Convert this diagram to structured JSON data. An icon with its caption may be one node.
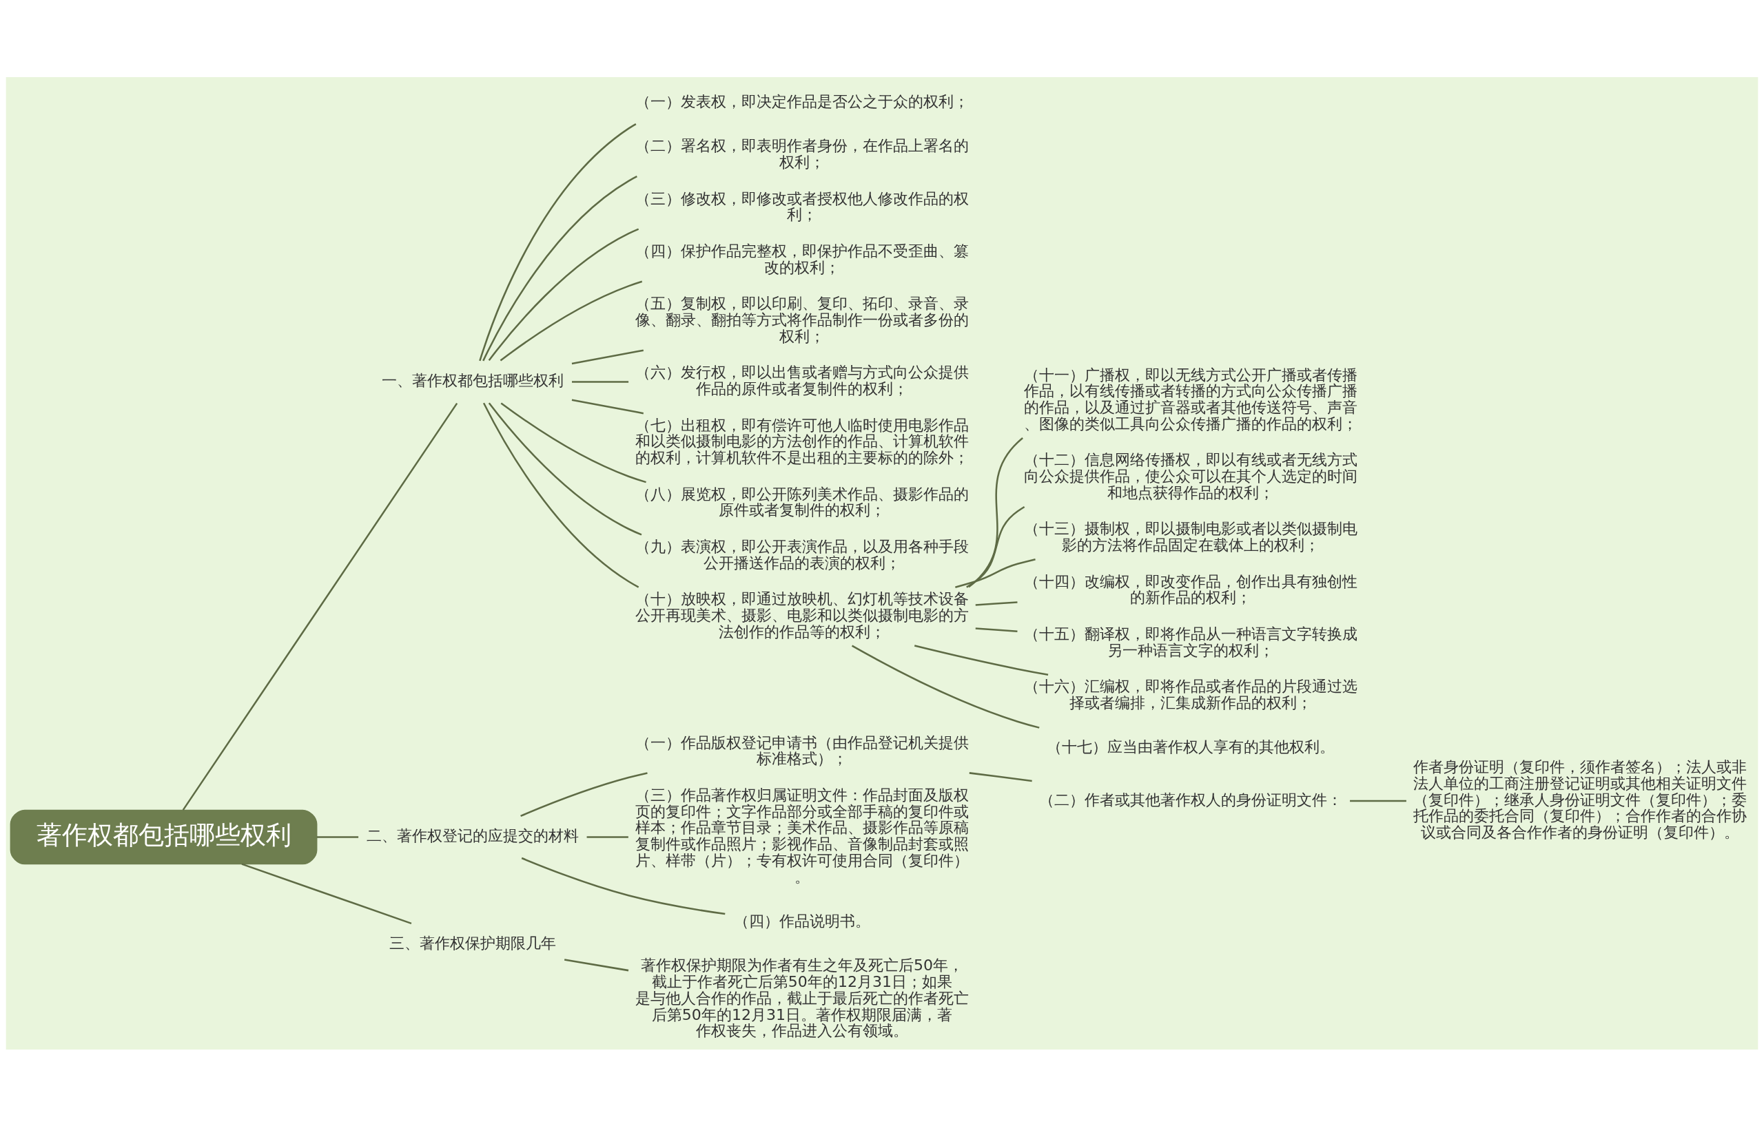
{
  "diagram": {
    "nodes": [
      {
        "text": [
          "著作权都包括哪些权利"
        ]
      },
      {
        "text": [
          "一、著作权都包括哪些权利"
        ]
      },
      {
        "text": [
          "（一）发表权，即决定作品是否公之于众的权利；"
        ]
      },
      {
        "text": [
          "（二）署名权，即表明作者身份，在作品上署名的权利；"
        ]
      },
      {
        "text": [
          "（三）修改权，即修改或者授权他人修改作品的权利；"
        ]
      },
      {
        "text": [
          "（四）保护作品完整权，即保护作品不受歪曲、篡改的权利；"
        ]
      },
      {
        "text": [
          "（五）复制权，即以印刷、复印、拓印、录音、录像、翻录、翻拍等方式将作品制作一份或者多份的权利；"
        ]
      },
      {
        "text": [
          "（六）发行权，即以出售或者赠与方式向公众提供作品的原件或者复制件的权利；"
        ]
      },
      {
        "text": [
          "（七）出租权，即有偿许可他人临时使用电影作品和以类似摄制电影的方法创作的作品、计算机软件的权利，计算机软件不是出租的主要标的的除外；"
        ]
      },
      {
        "text": [
          "（八）展览权，即公开陈列美术作品、摄影作品的原件或者复制件的权利；"
        ]
      },
      {
        "text": [
          "（九）表演权，即公开表演作品，以及用各种手段公开播送作品的表演的权利；"
        ]
      },
      {
        "text": [
          "（十）放映权，即通过放映机、幻灯机等技术设备公开再现美术、摄影、电影和以类似摄制电影的方法创作的作品等的权利；"
        ]
      },
      {
        "text": [
          "（十一）广播权，即以无线方式公开广播或者传播作品，以有线传播或者转播的方式向公众传播广播的作品，以及通过扩音器或者其他传送符号、声音、图像的类似工具向公众传播广播的作品的权利；"
        ]
      },
      {
        "text": [
          "（十二）信息网络传播权，即以有线或者无线方式向公众提供作品，使公众可以在其个人选定的时间和地点获得作品的权利；"
        ]
      },
      {
        "text": [
          "（十三）摄制权，即以摄制电影或者以类似摄制电影的方法将作品固定在载体上的权利；"
        ]
      },
      {
        "text": [
          "（十四）改编权，即改变作品，创作出具有独创性的新作品的权利；"
        ]
      },
      {
        "text": [
          "（十五）翻译权，即将作品从一种语言文字转换成另一种语言文字的权利；"
        ]
      },
      {
        "text": [
          "（十六）汇编权，即将作品或者作品的片段通过选择或者编排，汇集成新作品的权利；"
        ]
      },
      {
        "text": [
          "（十七）应当由著作权人享有的其他权利。"
        ]
      },
      {
        "text": [
          "二、著作权登记的应提交的材料"
        ]
      },
      {
        "text": [
          "（一）作品版权登记申请书（由作品登记机关提供标准格式）；"
        ]
      },
      {
        "text": [
          "（二）作者或其他著作权人的身份证明文件："
        ]
      },
      {
        "text": [
          "作者身份证明（复印件，须作者签名）；法人或非法人单位的工商注册登记证明或其他相关证明文件（复印件）；继承人身份证明文件（复印件）；委托作品的委托合同（复印件）；合作作者的合作协议或合同及各合作作者的身份证明（复印件）。"
        ]
      },
      {
        "text": [
          "（三）作品著作权归属证明文件：作品封面及版权页的复印件；文字作品部分或全部手稿的复印件或样本；作品章节目录；美术作品、摄影作品等原稿复制件或作品照片；影视作品、音像制品封套或照片、样带（片）；专有权许可使用合同（复印件）。"
        ]
      },
      {
        "text": [
          "（四）作品说明书。"
        ]
      },
      {
        "text": [
          "三、著作权保护期限几年"
        ]
      },
      {
        "text": [
          "著作权保护期限为作者有生之年及死亡后50年，截止于作者死亡后第50年的12月31日；如果是与他人合作的作品，截止于最后死亡的作者死亡后第50年的12月31日。著作权期限届满，著作权丧失，作品进入公有领域。"
        ]
      }
    ],
    "edges": [
      {
        "from": 0,
        "to": 1,
        "arrow": "none"
      },
      {
        "from": 1,
        "to": 2,
        "arrow": "none"
      },
      {
        "from": 1,
        "to": 3,
        "arrow": "none"
      },
      {
        "from": 1,
        "to": 4,
        "arrow": "none"
      },
      {
        "from": 1,
        "to": 5,
        "arrow": "none"
      },
      {
        "from": 1,
        "to": 6,
        "arrow": "none"
      },
      {
        "from": 1,
        "to": 7,
        "arrow": "none"
      },
      {
        "from": 1,
        "to": 8,
        "arrow": "none"
      },
      {
        "from": 1,
        "to": 9,
        "arrow": "none"
      },
      {
        "from": 1,
        "to": 10,
        "arrow": "none"
      },
      {
        "from": 1,
        "to": 11,
        "arrow": "none"
      },
      {
        "from": 11,
        "to": 12,
        "arrow": "none"
      },
      {
        "from": 11,
        "to": 13,
        "arrow": "none"
      },
      {
        "from": 11,
        "to": 14,
        "arrow": "none"
      },
      {
        "from": 11,
        "to": 15,
        "arrow": "none"
      },
      {
        "from": 11,
        "to": 16,
        "arrow": "none"
      },
      {
        "from": 11,
        "to": 17,
        "arrow": "none"
      },
      {
        "from": 11,
        "to": 18,
        "arrow": "none"
      },
      {
        "from": 0,
        "to": 19,
        "arrow": "none"
      },
      {
        "from": 19,
        "to": 20,
        "arrow": "none"
      },
      {
        "from": 20,
        "to": 21,
        "arrow": "none"
      },
      {
        "from": 21,
        "to": 22,
        "arrow": "none"
      },
      {
        "from": 19,
        "to": 23,
        "arrow": "none"
      },
      {
        "from": 19,
        "to": 24,
        "arrow": "none"
      },
      {
        "from": 0,
        "to": 25,
        "arrow": "none"
      },
      {
        "from": 25,
        "to": 26,
        "arrow": "none"
      }
    ]
  }
}
